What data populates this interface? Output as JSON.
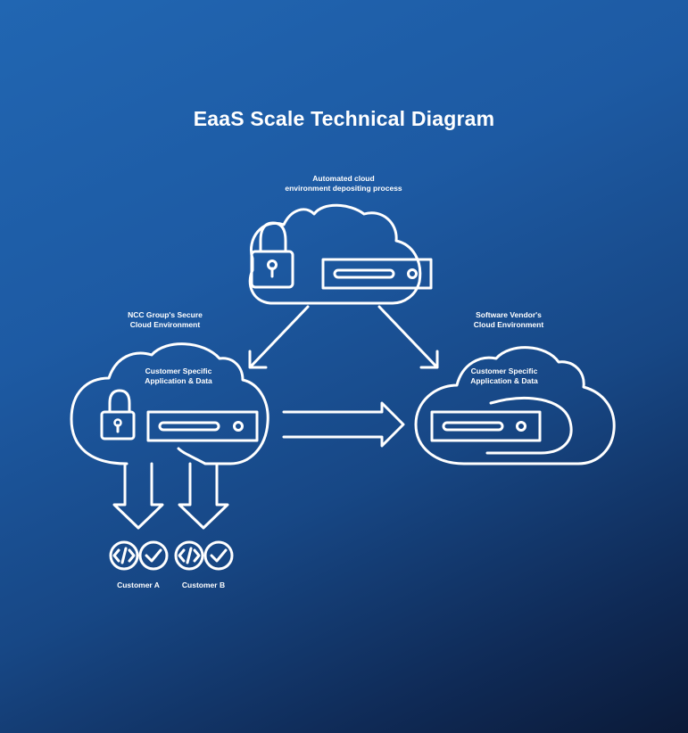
{
  "title": "EaaS Scale Technical Diagram",
  "labels": {
    "top_line1": "Automated cloud",
    "top_line2": "environment depositing process",
    "left_env_line1": "NCC Group's Secure",
    "left_env_line2": "Cloud Environment",
    "right_env_line1": "Software Vendor's",
    "right_env_line2": "Cloud Environment",
    "left_inner_line1": "Customer Specific",
    "left_inner_line2": "Application & Data",
    "right_inner_line1": "Customer Specific",
    "right_inner_line2": "Application & Data",
    "customer_a": "Customer A",
    "customer_b": "Customer B"
  },
  "icons": {
    "lock": "padlock-icon",
    "server": "server-icon",
    "cloud": "cloud-icon",
    "code": "code-icon",
    "check": "checkmark-icon"
  },
  "colors": {
    "bg_top": "#2166b2",
    "bg_bottom": "#0b1a38",
    "line": "#ffffff"
  }
}
